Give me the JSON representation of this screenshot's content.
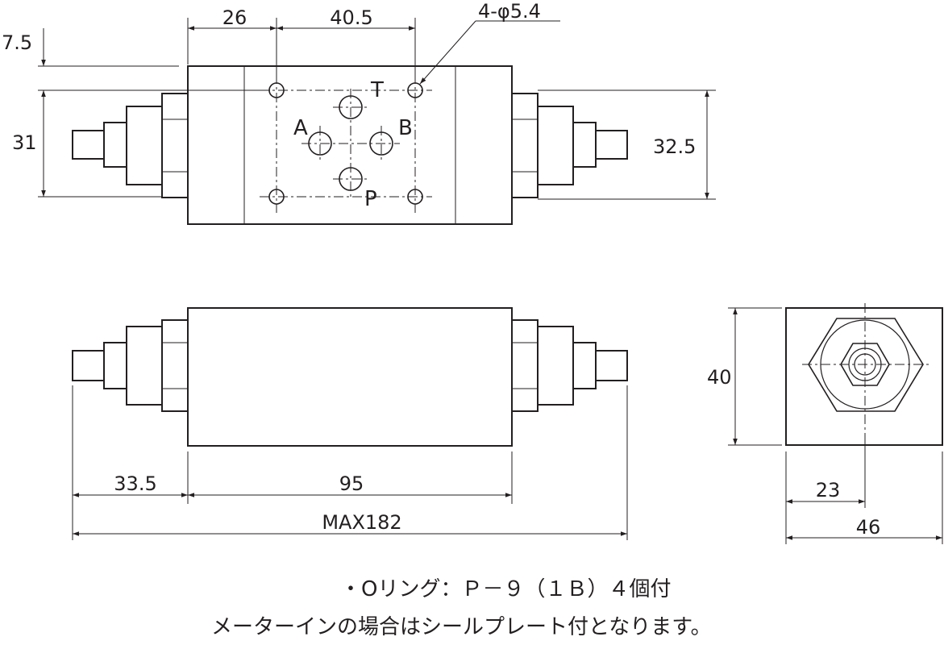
{
  "top_view": {
    "dims": {
      "d26": "26",
      "d40_5": "40.5",
      "hole_spec": "4-φ5.4",
      "d7_5": "7.5",
      "d31": "31",
      "d32_5": "32.5"
    },
    "ports": {
      "T": "T",
      "A": "A",
      "B": "B",
      "P": "P"
    }
  },
  "front_view": {
    "dims": {
      "d33_5": "33.5",
      "d95": "95",
      "max": "MAX182"
    }
  },
  "side_view": {
    "dims": {
      "d40": "40",
      "d23": "23",
      "d46": "46"
    }
  },
  "notes": {
    "line1": "・Oリング：Ｐ－９（１Ｂ）４個付",
    "line2": "メーターインの場合はシールプレート付となります。"
  },
  "colors": {
    "line": "#231f20",
    "background": "#ffffff"
  }
}
